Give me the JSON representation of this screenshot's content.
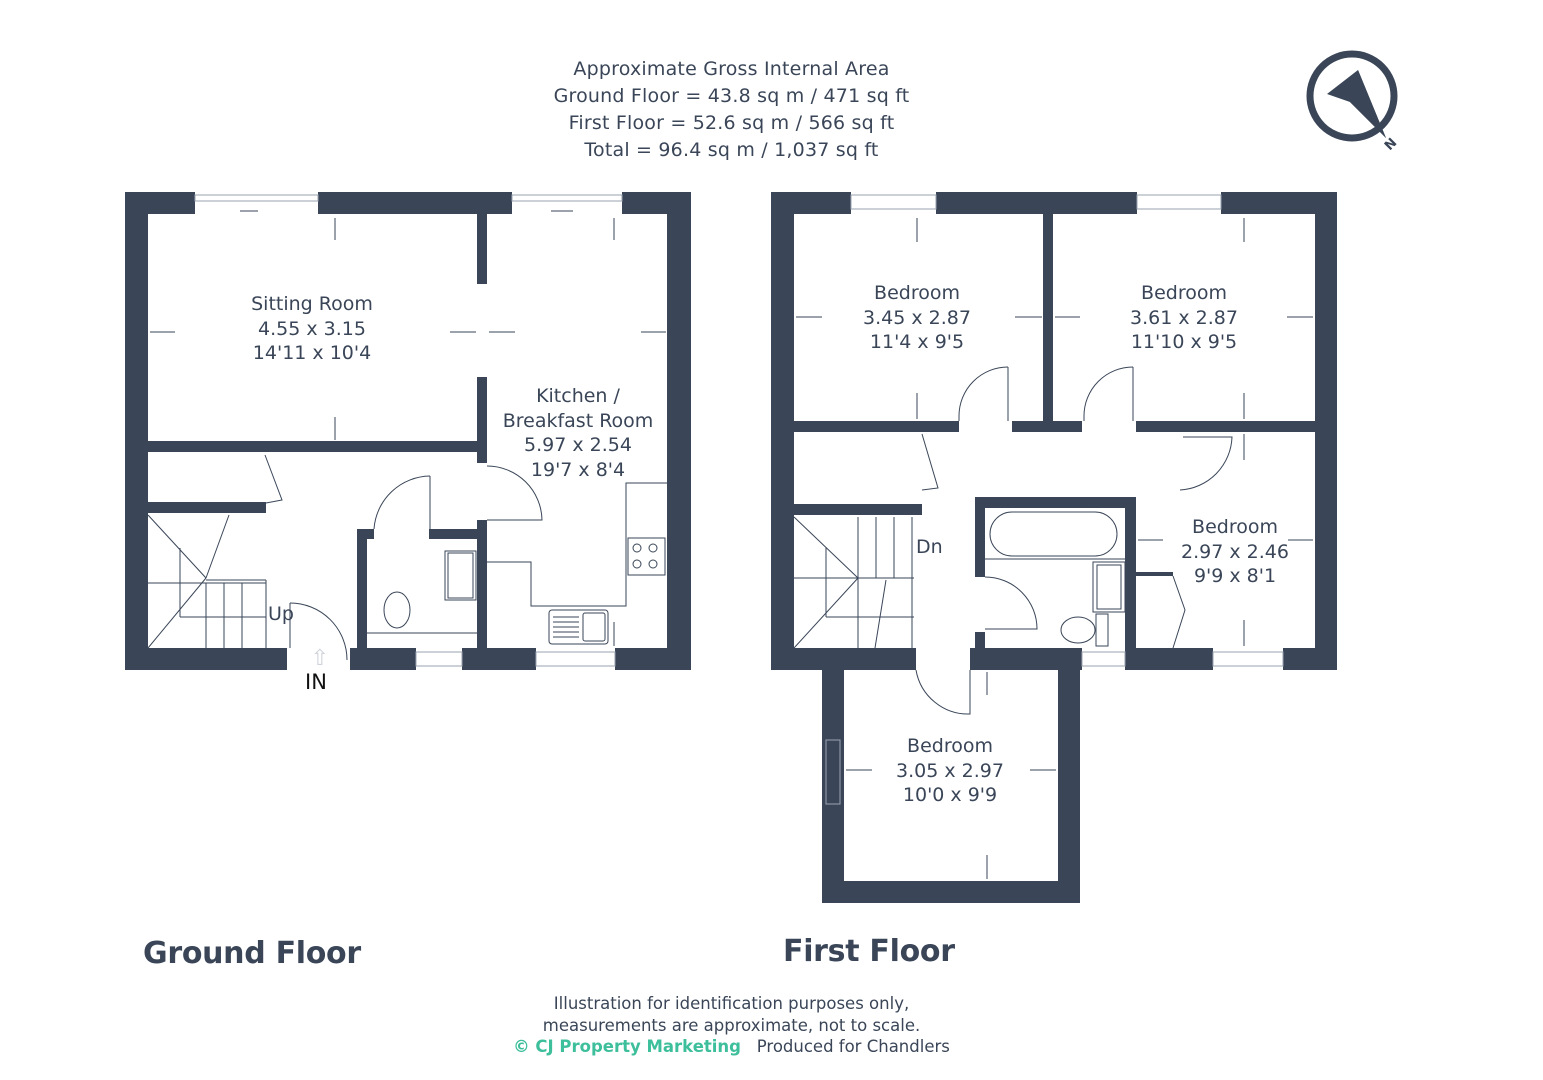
{
  "header": {
    "title": "Approximate Gross Internal Area",
    "lines": [
      "Ground Floor = 43.8 sq m / 471 sq ft",
      "First Floor = 52.6 sq m / 566 sq ft",
      "Total = 96.4 sq m / 1,037 sq ft"
    ]
  },
  "compass": {
    "icon": "compass-north-arrow-icon",
    "label": "N"
  },
  "colors": {
    "wall": "#3a4658",
    "brand": "#3dbf9c",
    "text": "#3a4658"
  },
  "ground_floor": {
    "title": "Ground Floor",
    "rooms": [
      {
        "name": "Sitting Room",
        "metric": "4.55 x 3.15",
        "imperial": "14'11 x 10'4"
      },
      {
        "name": "Kitchen /",
        "name2": "Breakfast Room",
        "metric": "5.97 x 2.54",
        "imperial": "19'7 x 8'4"
      }
    ],
    "stairs_label": "Up",
    "entrance_label": "IN"
  },
  "first_floor": {
    "title": "First Floor",
    "rooms": [
      {
        "name": "Bedroom",
        "metric": "3.45 x 2.87",
        "imperial": "11'4 x 9'5"
      },
      {
        "name": "Bedroom",
        "metric": "3.61 x 2.87",
        "imperial": "11'10 x 9'5"
      },
      {
        "name": "Bedroom",
        "metric": "2.97 x 2.46",
        "imperial": "9'9 x 8'1"
      },
      {
        "name": "Bedroom",
        "metric": "3.05 x 2.97",
        "imperial": "10'0 x 9'9"
      }
    ],
    "stairs_label": "Dn"
  },
  "footer": {
    "line1": "Illustration for identification purposes only,",
    "line2": "measurements are approximate, not to scale.",
    "brand": "© CJ Property Marketing",
    "produced": "Produced for Chandlers"
  }
}
